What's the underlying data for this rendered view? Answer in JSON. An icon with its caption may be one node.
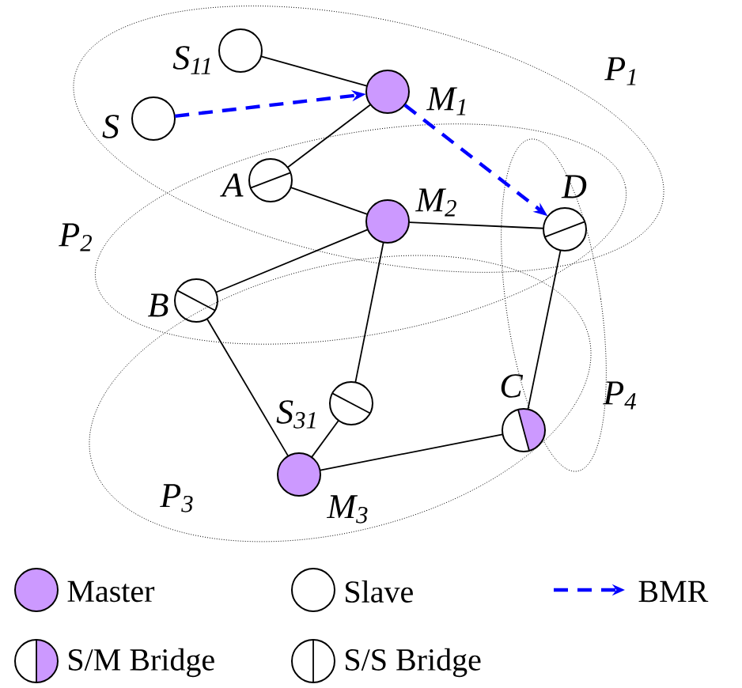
{
  "diagram": {
    "nodes": [
      {
        "text": [],
        "shape": "circle",
        "beside": [
          "S$_{11}$"
        ]
      },
      {
        "text": [],
        "shape": "circle",
        "beside": [
          "M$_{1}$"
        ]
      },
      {
        "text": [],
        "shape": "circle",
        "beside": [
          "S"
        ]
      },
      {
        "text": [],
        "shape": "circle",
        "beside": [
          "A"
        ]
      },
      {
        "text": [],
        "shape": "circle",
        "beside": [
          "M$_{2}$"
        ]
      },
      {
        "text": [],
        "shape": "circle",
        "beside": [
          "D"
        ]
      },
      {
        "text": [],
        "shape": "circle",
        "beside": [
          "B"
        ]
      },
      {
        "text": [],
        "shape": "circle",
        "beside": [
          "S$_{31}$"
        ]
      },
      {
        "text": [],
        "shape": "circle",
        "beside": [
          "C"
        ]
      },
      {
        "text": [],
        "shape": "circle",
        "beside": [
          "M$_{3}$"
        ]
      }
    ],
    "edges": [
      {
        "from": 0,
        "to": 1,
        "arrow": "none"
      },
      {
        "from": 2,
        "to": 1,
        "arrow": "to",
        "style": "dashed",
        "color": "#0000ff"
      },
      {
        "from": 1,
        "to": 5,
        "arrow": "to",
        "style": "dashed",
        "color": "#0000ff"
      },
      {
        "from": 1,
        "to": 3,
        "arrow": "none"
      },
      {
        "from": 3,
        "to": 4,
        "arrow": "none"
      },
      {
        "from": 4,
        "to": 5,
        "arrow": "none"
      },
      {
        "from": 4,
        "to": 6,
        "arrow": "none"
      },
      {
        "from": 4,
        "to": 7,
        "arrow": "none"
      },
      {
        "from": 6,
        "to": 9,
        "arrow": "none"
      },
      {
        "from": 7,
        "to": 9,
        "arrow": "none"
      },
      {
        "from": 9,
        "to": 8,
        "arrow": "none"
      },
      {
        "from": 5,
        "to": 8,
        "arrow": "none"
      }
    ],
    "labels": [
      "P$_{1}$",
      "P$_{2}$",
      "P$_{4}$",
      "P$_{3}$"
    ],
    "legend": [
      {
        "text": "Master",
        "color": "#cc99ff"
      },
      {
        "text": "Slave"
      },
      {
        "text": "BMR"
      },
      {
        "text": "S/M Bridge"
      },
      {
        "text": "S/S Bridge"
      }
    ]
  }
}
